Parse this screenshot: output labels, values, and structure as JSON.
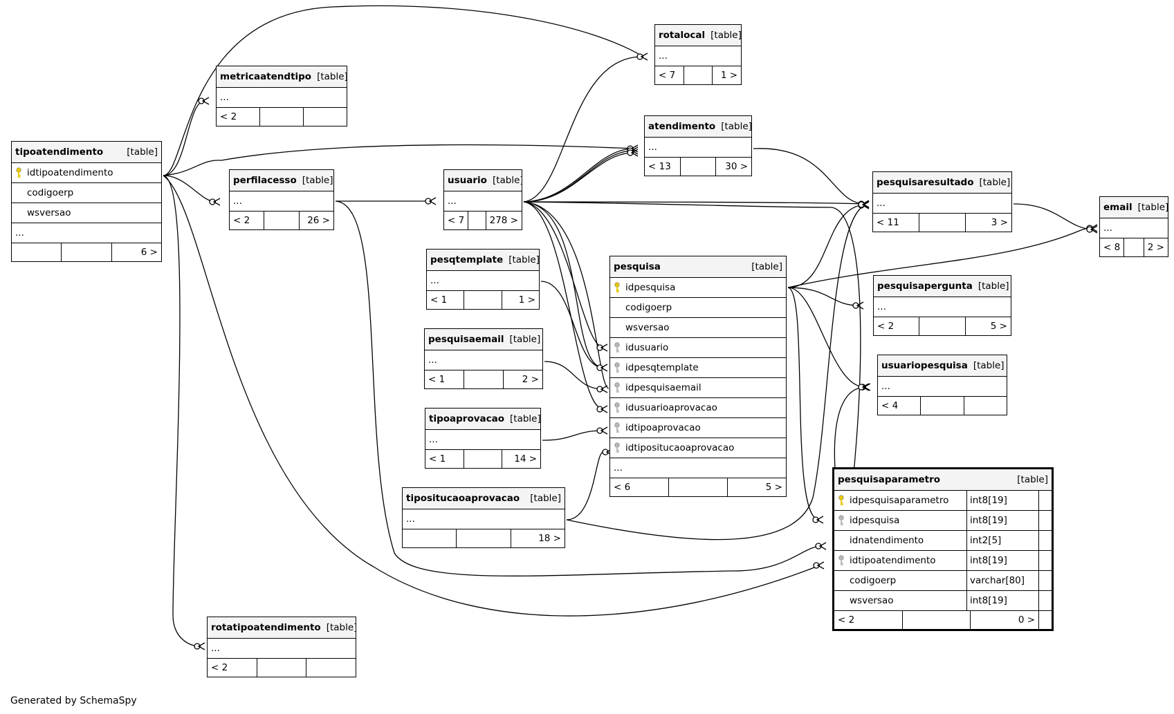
{
  "tables": [
    {
      "id": "tipoatendimento",
      "name": "tipoatendimento",
      "type": "[table]",
      "columns": [
        {
          "name": "idtipoatendimento",
          "key": "pk"
        },
        {
          "name": "codigoerp"
        },
        {
          "name": "wsversao"
        }
      ],
      "has_ellipsis": true,
      "footer": [
        "",
        "",
        "6 >"
      ]
    },
    {
      "id": "metricaatendtipo",
      "name": "metricaatendtipo",
      "type": "[table]",
      "columns": [],
      "has_ellipsis": true,
      "footer": [
        "< 2",
        "",
        ""
      ]
    },
    {
      "id": "perfilacesso",
      "name": "perfilacesso",
      "type": "[table]",
      "columns": [],
      "has_ellipsis": true,
      "footer": [
        "< 2",
        "",
        "26 >"
      ]
    },
    {
      "id": "usuario",
      "name": "usuario",
      "type": "[table]",
      "columns": [],
      "has_ellipsis": true,
      "footer": [
        "< 7",
        "",
        "278 >"
      ]
    },
    {
      "id": "rotalocal",
      "name": "rotalocal",
      "type": "[table]",
      "columns": [],
      "has_ellipsis": true,
      "footer": [
        "< 7",
        "",
        "1 >"
      ]
    },
    {
      "id": "atendimento",
      "name": "atendimento",
      "type": "[table]",
      "columns": [],
      "has_ellipsis": true,
      "footer": [
        "< 13",
        "",
        "30 >"
      ]
    },
    {
      "id": "pesqtemplate",
      "name": "pesqtemplate",
      "type": "[table]",
      "columns": [],
      "has_ellipsis": true,
      "footer": [
        "< 1",
        "",
        "1 >"
      ]
    },
    {
      "id": "pesquisaemail",
      "name": "pesquisaemail",
      "type": "[table]",
      "columns": [],
      "has_ellipsis": true,
      "footer": [
        "< 1",
        "",
        "2 >"
      ]
    },
    {
      "id": "tipoaprovacao",
      "name": "tipoaprovacao",
      "type": "[table]",
      "columns": [],
      "has_ellipsis": true,
      "footer": [
        "< 1",
        "",
        "14 >"
      ]
    },
    {
      "id": "tipositucaoaprovacao",
      "name": "tipositucaoaprovacao",
      "type": "[table]",
      "columns": [],
      "has_ellipsis": true,
      "footer": [
        "",
        "",
        "18 >"
      ]
    },
    {
      "id": "pesquisa",
      "name": "pesquisa",
      "type": "[table]",
      "columns": [
        {
          "name": "idpesquisa",
          "key": "pk"
        },
        {
          "name": "codigoerp"
        },
        {
          "name": "wsversao"
        },
        {
          "name": "idusuario",
          "key": "fk"
        },
        {
          "name": "idpesqtemplate",
          "key": "fk"
        },
        {
          "name": "idpesquisaemail",
          "key": "fk"
        },
        {
          "name": "idusuarioaprovacao",
          "key": "fk"
        },
        {
          "name": "idtipoaprovacao",
          "key": "fk"
        },
        {
          "name": "idtipositucaoaprovacao",
          "key": "fk"
        }
      ],
      "has_ellipsis": true,
      "footer": [
        "< 6",
        "",
        "5 >"
      ]
    },
    {
      "id": "pesquisaresultado",
      "name": "pesquisaresultado",
      "type": "[table]",
      "columns": [],
      "has_ellipsis": true,
      "footer": [
        "< 11",
        "",
        "3 >"
      ]
    },
    {
      "id": "email",
      "name": "email",
      "type": "[table]",
      "columns": [],
      "has_ellipsis": true,
      "footer": [
        "< 8",
        "",
        "2 >"
      ]
    },
    {
      "id": "pesquisapergunta",
      "name": "pesquisapergunta",
      "type": "[table]",
      "columns": [],
      "has_ellipsis": true,
      "footer": [
        "< 2",
        "",
        "5 >"
      ]
    },
    {
      "id": "usuariopesquisa",
      "name": "usuariopesquisa",
      "type": "[table]",
      "columns": [],
      "has_ellipsis": true,
      "footer": [
        "< 4",
        "",
        ""
      ]
    },
    {
      "id": "pesquisaparametro",
      "name": "pesquisaparametro",
      "type": "[table]",
      "columns": [
        {
          "name": "idpesquisaparametro",
          "key": "pk",
          "type": "int8[19]"
        },
        {
          "name": "idpesquisa",
          "key": "fk",
          "type": "int8[19]"
        },
        {
          "name": "idnatendimento",
          "type": "int2[5]"
        },
        {
          "name": "idtipoatendimento",
          "key": "fk",
          "type": "int8[19]"
        },
        {
          "name": "codigoerp",
          "type": "varchar[80]"
        },
        {
          "name": "wsversao",
          "type": "int8[19]"
        }
      ],
      "has_ellipsis": false,
      "footer": [
        "< 2",
        "",
        "0 >"
      ]
    },
    {
      "id": "rotatipoatendimento",
      "name": "rotatipoatendimento",
      "type": "[table]",
      "columns": [],
      "has_ellipsis": true,
      "footer": [
        "< 2",
        "",
        ""
      ]
    }
  ],
  "ellipsis": "...",
  "footer_note": "Generated by SchemaSpy",
  "colors": {
    "pk_key": "#e8c800",
    "fk_key": "#b8b8b8",
    "header_bg": "#f4f4f4"
  }
}
